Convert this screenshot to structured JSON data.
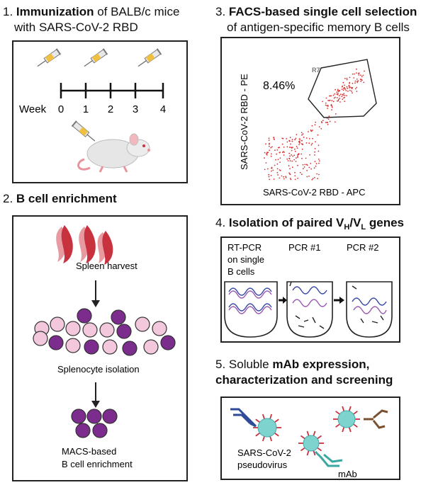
{
  "step1": {
    "num": "1.",
    "bold": "Immunization",
    "rest": " of BALB/c mice",
    "line2": "with SARS-CoV-2 RBD",
    "week_label": "Week",
    "weeks": [
      "0",
      "1",
      "2",
      "3",
      "4"
    ]
  },
  "step2": {
    "num": "2.",
    "bold": "B cell enrichment",
    "spleen": "Spleen harvest",
    "splenocyte": "Splenocyte isolation",
    "macs1": "MACS-based",
    "macs2": "B cell enrichment"
  },
  "step3": {
    "num": "3.",
    "bold": "FACS-based single cell selection",
    "line2": "of antigen-specific memory B cells",
    "gate": "R7",
    "percent": "8.46%",
    "y_axis": "SARS-CoV-2 RBD - PE",
    "x_axis": "SARS-CoV-2 RBD - APC"
  },
  "step4": {
    "num": "4.",
    "bold": "Isolation of paired V",
    "sub_h": "H",
    "slash": "/V",
    "sub_l": "L",
    "bold_end": " genes",
    "col1": [
      "RT-PCR",
      "on single",
      "B cells"
    ],
    "col2": "PCR #1",
    "col3": "PCR #2"
  },
  "step5": {
    "num": "5.",
    "rest": " Soluble ",
    "bold": "mAb expression,",
    "line2": "characterization and screening",
    "virus1": "SARS-CoV-2",
    "virus2": "pseudovirus",
    "mab": "mAb"
  },
  "colors": {
    "border": "#222222",
    "spleen": "#c8323f",
    "light_cell": "#f3c8dd",
    "dark_cell": "#7b2c8c",
    "dot": "#d93030",
    "virus": "#7fd3cf",
    "spike": "#c8323f"
  }
}
